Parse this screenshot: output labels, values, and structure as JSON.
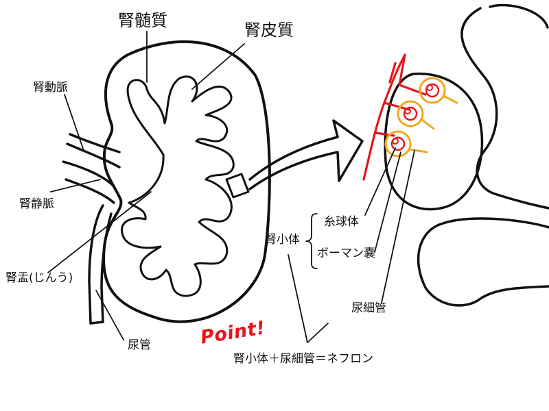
{
  "labels": {
    "medulla": "腎髄質",
    "cortex": "腎皮質",
    "renal_artery": "腎動脈",
    "renal_vein": "腎静脈",
    "renal_pelvis": "腎盂(じんう)",
    "ureter": "尿管",
    "glomerulus": "糸球体",
    "bowman_capsule": "ボーマン嚢",
    "renal_corpuscle": "腎小体",
    "renal_tubule": "尿細管",
    "point": "Point!",
    "nephron_formula": "腎小体＋尿細管＝ネフロン"
  },
  "colors": {
    "ink": "#111111",
    "vessel": "#e8141c",
    "capsule": "#f0a81c",
    "point": "#e8141c"
  }
}
